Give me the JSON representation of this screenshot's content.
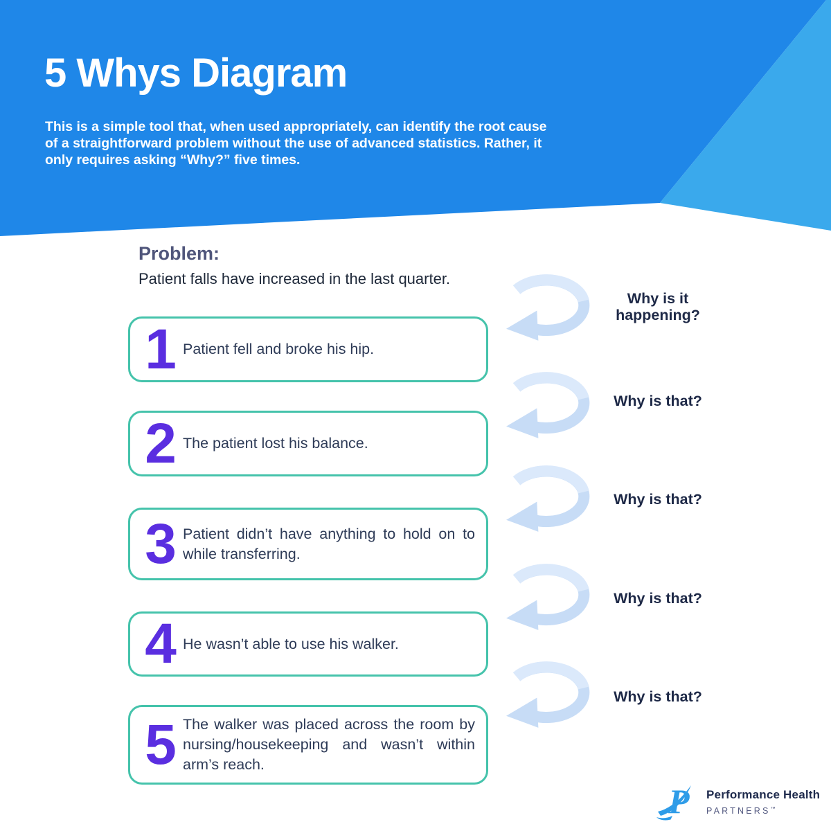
{
  "header": {
    "title": "5 Whys Diagram",
    "description": "This is a simple tool that, when used appropriately, can identify the root cause of a straightforward problem without the use of advanced statistics. Rather, it only requires asking “Why?” five times."
  },
  "problem": {
    "label": "Problem:",
    "statement": "Patient falls have increased in the last quarter."
  },
  "whys": [
    {
      "number": "1",
      "cause": "Patient fell and broke his hip.",
      "question": "Why is it happening?"
    },
    {
      "number": "2",
      "cause": "The patient lost his balance.",
      "question": "Why is that?"
    },
    {
      "number": "3",
      "cause": "Patient didn’t have anything to hold on to while transferring.",
      "question": "Why is that?"
    },
    {
      "number": "4",
      "cause": "He wasn’t able to use his walker.",
      "question": "Why is that?"
    },
    {
      "number": "5",
      "cause": "The walker was placed across the room by nursing/housekeeping and wasn’t within arm’s reach.",
      "question": "Why is that?"
    }
  ],
  "logo": {
    "name": "Performance Health",
    "subname": "PARTNERS",
    "trademark": "™"
  },
  "colors": {
    "header_blue": "#1f87e8",
    "header_light_blue": "#3aa9ec",
    "box_border_teal": "#45c3ab",
    "number_purple": "#5a2ee0",
    "question_navy": "#1e2947",
    "arrow_blue": "#c7dcf6",
    "arrow_blue_light": "#dbe9fb",
    "logo_blue": "#2f9ce8"
  }
}
